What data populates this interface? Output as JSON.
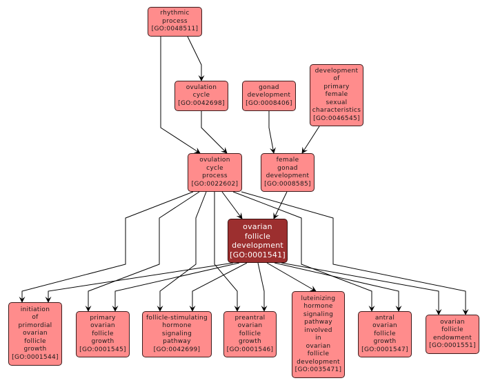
{
  "diagram": {
    "title": "GO term hierarchy: ovarian follicle development",
    "colors": {
      "node_fill": "#ff8c8c",
      "focus_fill": "#9c2f2f",
      "edge": "#000000"
    },
    "nodes": [
      {
        "id": "GO:0048511",
        "lines": [
          "rhythmic",
          "process",
          "[GO:0048511]"
        ]
      },
      {
        "id": "GO:0042698",
        "lines": [
          "ovulation",
          "cycle",
          "[GO:0042698]"
        ]
      },
      {
        "id": "GO:0008406",
        "lines": [
          "gonad",
          "development",
          "[GO:0008406]"
        ]
      },
      {
        "id": "GO:0046545",
        "lines": [
          "development",
          "of",
          "primary",
          "female",
          "sexual",
          "characteristics",
          "[GO:0046545]"
        ]
      },
      {
        "id": "GO:0022602",
        "lines": [
          "ovulation",
          "cycle",
          "process",
          "[GO:0022602]"
        ]
      },
      {
        "id": "GO:0008585",
        "lines": [
          "female",
          "gonad",
          "development",
          "[GO:0008585]"
        ]
      },
      {
        "id": "GO:0001541",
        "lines": [
          "ovarian",
          "follicle",
          "development",
          "[GO:0001541]"
        ],
        "focus": true
      },
      {
        "id": "GO:0001544",
        "lines": [
          "initiation",
          "of",
          "primordial",
          "ovarian",
          "follicle",
          "growth",
          "[GO:0001544]"
        ]
      },
      {
        "id": "GO:0001545",
        "lines": [
          "primary",
          "ovarian",
          "follicle",
          "growth",
          "[GO:0001545]"
        ]
      },
      {
        "id": "GO:0042699",
        "lines": [
          "follicle-stimulating",
          "hormone",
          "signaling",
          "pathway",
          "[GO:0042699]"
        ]
      },
      {
        "id": "GO:0001546",
        "lines": [
          "preantral",
          "ovarian",
          "follicle",
          "growth",
          "[GO:0001546]"
        ]
      },
      {
        "id": "GO:0035471",
        "lines": [
          "luteinizing",
          "hormone",
          "signaling",
          "pathway",
          "involved",
          "in",
          "ovarian",
          "follicle",
          "development",
          "[GO:0035471]"
        ]
      },
      {
        "id": "GO:0001547",
        "lines": [
          "antral",
          "ovarian",
          "follicle",
          "growth",
          "[GO:0001547]"
        ]
      },
      {
        "id": "GO:0001551",
        "lines": [
          "ovarian",
          "follicle",
          "endowment",
          "[GO:0001551]"
        ]
      }
    ],
    "edges": [
      {
        "from": "GO:0048511",
        "to": "GO:0042698"
      },
      {
        "from": "GO:0048511",
        "to": "GO:0022602"
      },
      {
        "from": "GO:0042698",
        "to": "GO:0022602"
      },
      {
        "from": "GO:0008406",
        "to": "GO:0008585"
      },
      {
        "from": "GO:0046545",
        "to": "GO:0008585"
      },
      {
        "from": "GO:0022602",
        "to": "GO:0001541"
      },
      {
        "from": "GO:0008585",
        "to": "GO:0001541"
      },
      {
        "from": "GO:0022602",
        "to": "GO:0001544"
      },
      {
        "from": "GO:0022602",
        "to": "GO:0001545"
      },
      {
        "from": "GO:0022602",
        "to": "GO:0042699"
      },
      {
        "from": "GO:0022602",
        "to": "GO:0001546"
      },
      {
        "from": "GO:0022602",
        "to": "GO:0001547"
      },
      {
        "from": "GO:0022602",
        "to": "GO:0001551"
      },
      {
        "from": "GO:0001541",
        "to": "GO:0001544"
      },
      {
        "from": "GO:0001541",
        "to": "GO:0001545"
      },
      {
        "from": "GO:0001541",
        "to": "GO:0042699"
      },
      {
        "from": "GO:0001541",
        "to": "GO:0001546"
      },
      {
        "from": "GO:0001541",
        "to": "GO:0035471"
      },
      {
        "from": "GO:0001541",
        "to": "GO:0001547"
      },
      {
        "from": "GO:0001541",
        "to": "GO:0001551"
      }
    ]
  }
}
